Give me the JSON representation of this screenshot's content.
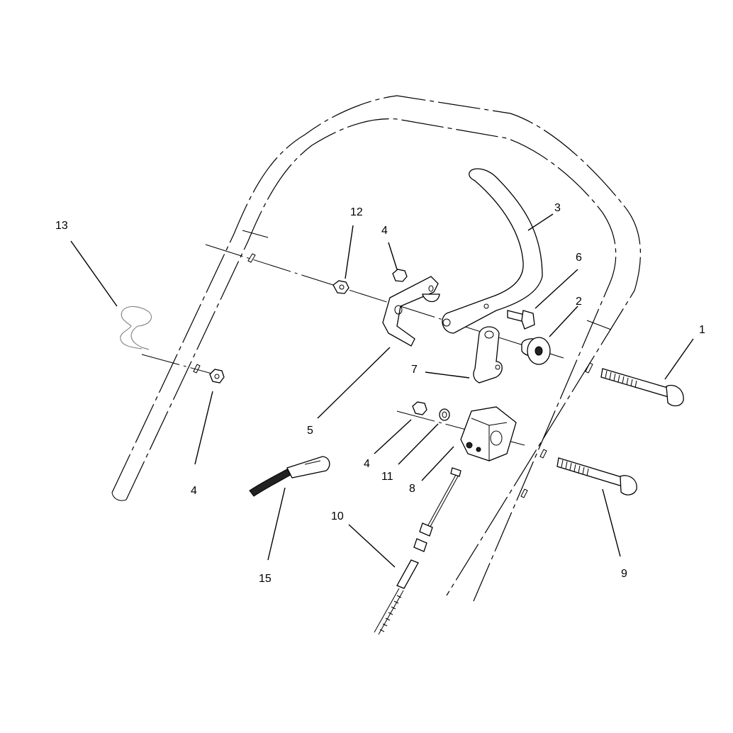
{
  "diagram": {
    "callouts": [
      {
        "id": "c1",
        "text": "1"
      },
      {
        "id": "c2",
        "text": "2"
      },
      {
        "id": "c3",
        "text": "3"
      },
      {
        "id": "c4a",
        "text": "4"
      },
      {
        "id": "c4b",
        "text": "4"
      },
      {
        "id": "c4c",
        "text": "4"
      },
      {
        "id": "c5",
        "text": "5"
      },
      {
        "id": "c6",
        "text": "6"
      },
      {
        "id": "c7",
        "text": "7"
      },
      {
        "id": "c8",
        "text": "8"
      },
      {
        "id": "c9",
        "text": "9"
      },
      {
        "id": "c10",
        "text": "10"
      },
      {
        "id": "c11",
        "text": "11"
      },
      {
        "id": "c12",
        "text": "12"
      },
      {
        "id": "c13",
        "text": "13"
      },
      {
        "id": "c15",
        "text": "15"
      }
    ]
  }
}
